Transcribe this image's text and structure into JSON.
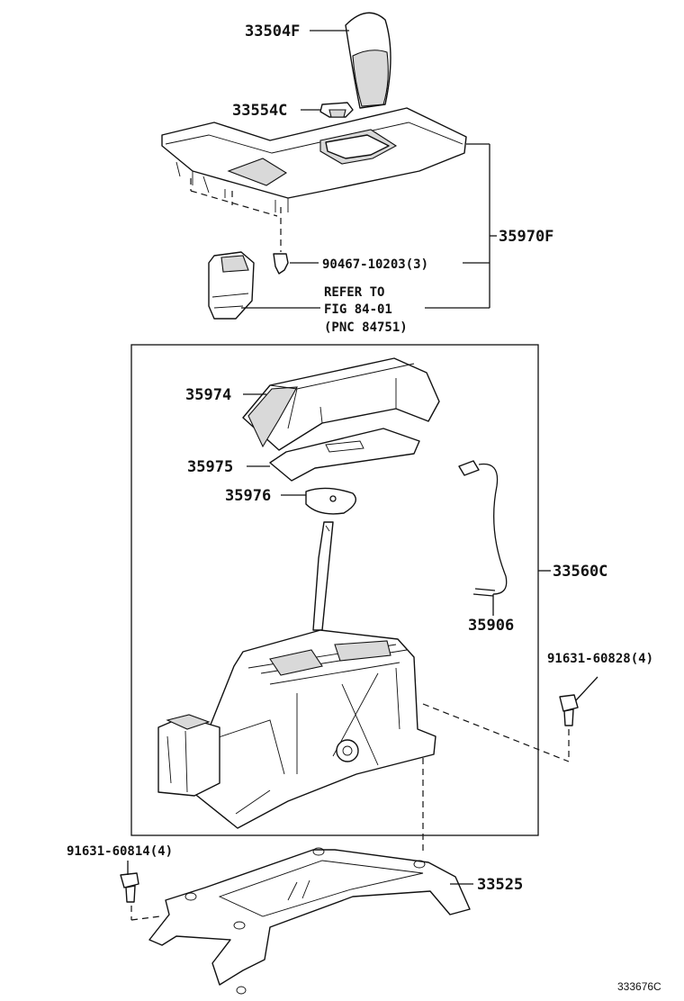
{
  "labels": {
    "shift_knob": "33504F",
    "ornament": "33554C",
    "console_assy": "35970F",
    "screw": "90467-10203(3)",
    "refer_line1": "REFER TO",
    "refer_line2": "FIG 84-01",
    "refer_line3": "(PNC 84751)",
    "dust_cover": "35974",
    "indicator_plate": "35975",
    "slide_plate": "35976",
    "shift_lever_assy": "33560C",
    "wire": "35906",
    "bolt_right": "91631-60828(4)",
    "bolt_left": "91631-60814(4)",
    "bracket": "33525",
    "illustration_id": "333676C"
  }
}
